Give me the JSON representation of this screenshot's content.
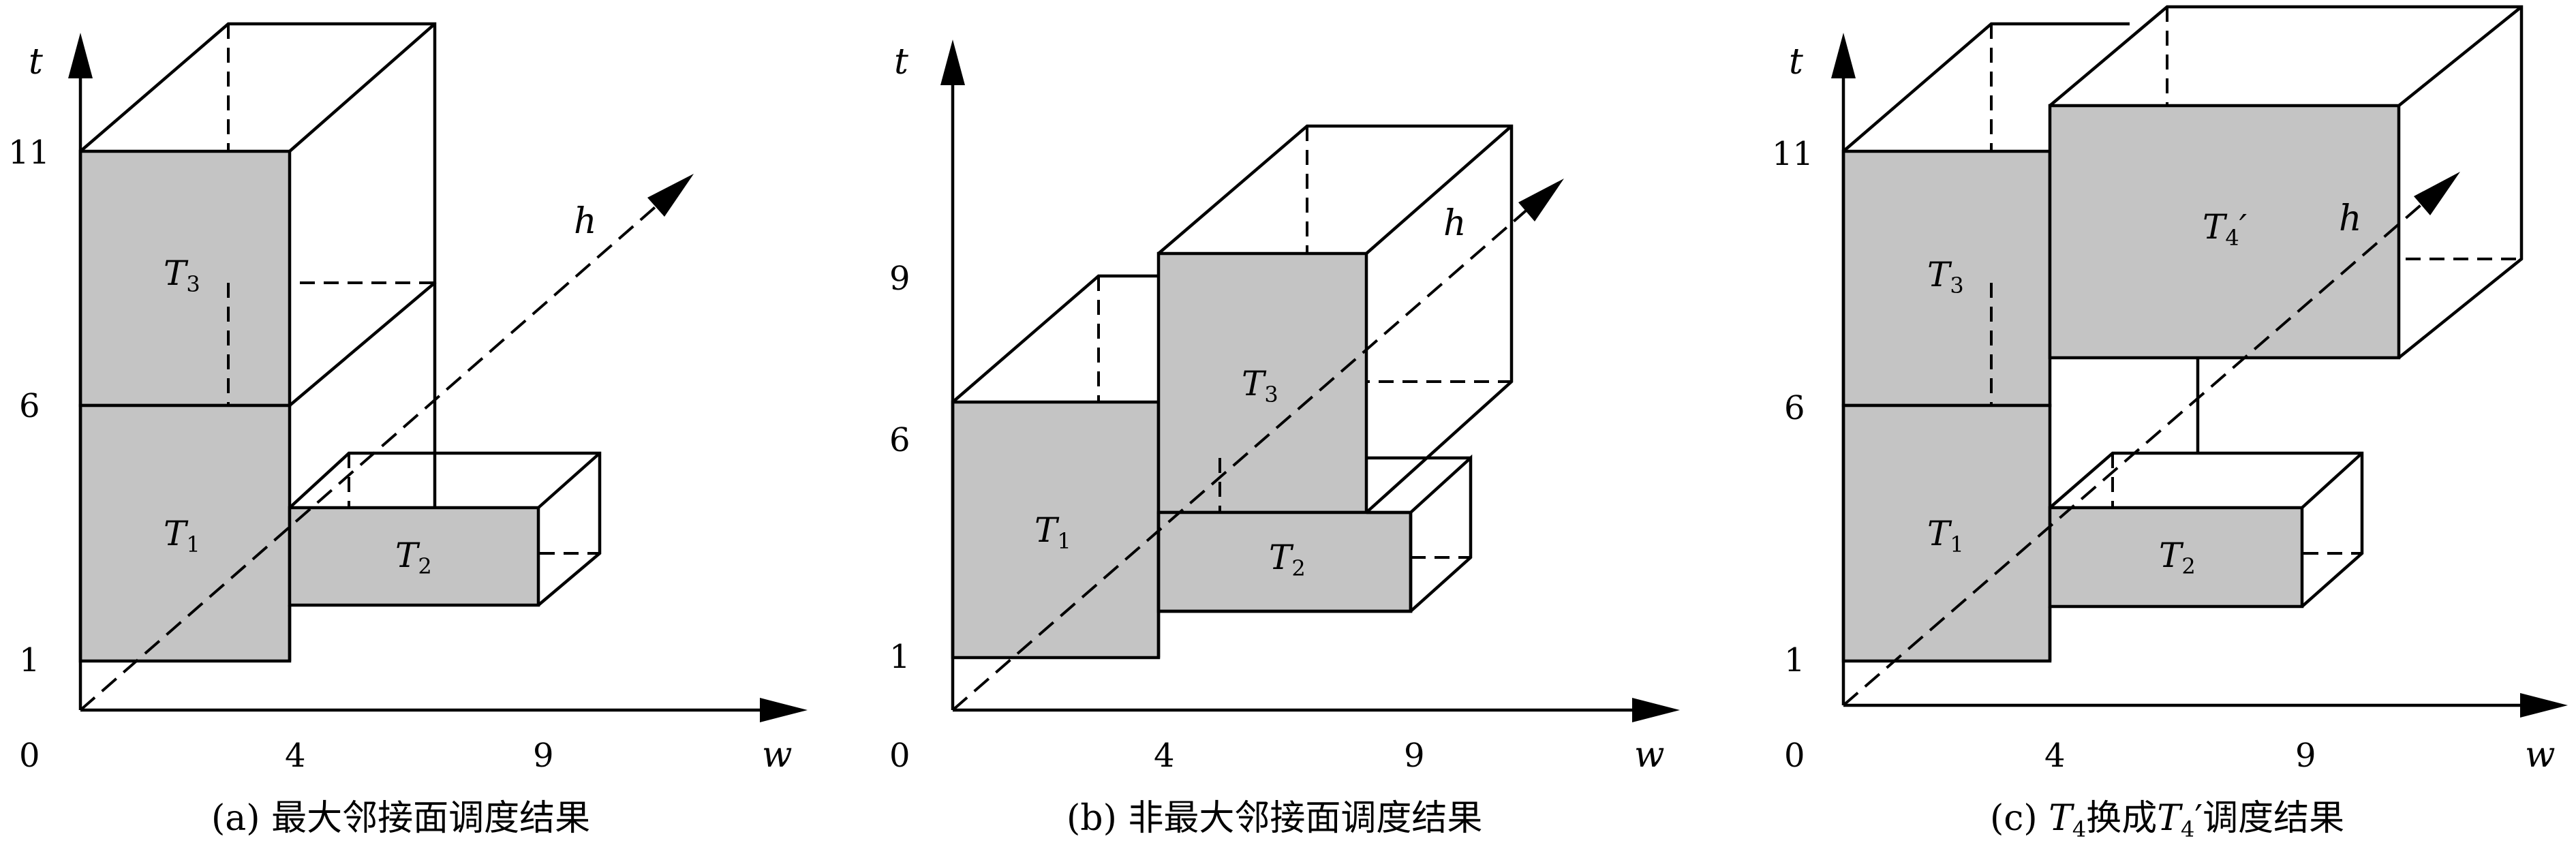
{
  "panels": [
    {
      "axis_w": "w",
      "axis_t": "t",
      "axis_h": "h",
      "origin": "0",
      "x_ticks": [
        "4",
        "9"
      ],
      "y_ticks": [
        "1",
        "6",
        "11"
      ],
      "tasks": [
        {
          "letter": "T",
          "sub": "1"
        },
        {
          "letter": "T",
          "sub": "2"
        },
        {
          "letter": "T",
          "sub": "3"
        }
      ],
      "caption": "(a) 最大邻接面调度结果"
    },
    {
      "axis_w": "w",
      "axis_t": "t",
      "axis_h": "h",
      "origin": "0",
      "x_ticks": [
        "4",
        "9"
      ],
      "y_ticks": [
        "1",
        "6",
        "9"
      ],
      "tasks": [
        {
          "letter": "T",
          "sub": "1"
        },
        {
          "letter": "T",
          "sub": "2"
        },
        {
          "letter": "T",
          "sub": "3"
        }
      ],
      "caption": "(b) 非最大邻接面调度结果"
    },
    {
      "axis_w": "w",
      "axis_t": "t",
      "axis_h": "h",
      "origin": "0",
      "x_ticks": [
        "4",
        "9"
      ],
      "y_ticks": [
        "1",
        "6",
        "11"
      ],
      "tasks": [
        {
          "letter": "T",
          "sub": "1"
        },
        {
          "letter": "T",
          "sub": "2"
        },
        {
          "letter": "T",
          "sub": "3"
        },
        {
          "letter": "T",
          "sub": "4",
          "prime": "′"
        }
      ],
      "caption_pre": "(c) ",
      "caption_t": "T",
      "caption_s1": "4",
      "caption_mid": "换成",
      "caption_t2": "T",
      "caption_s2": "4",
      "caption_prime": "′",
      "caption_post": "调度结果"
    }
  ]
}
